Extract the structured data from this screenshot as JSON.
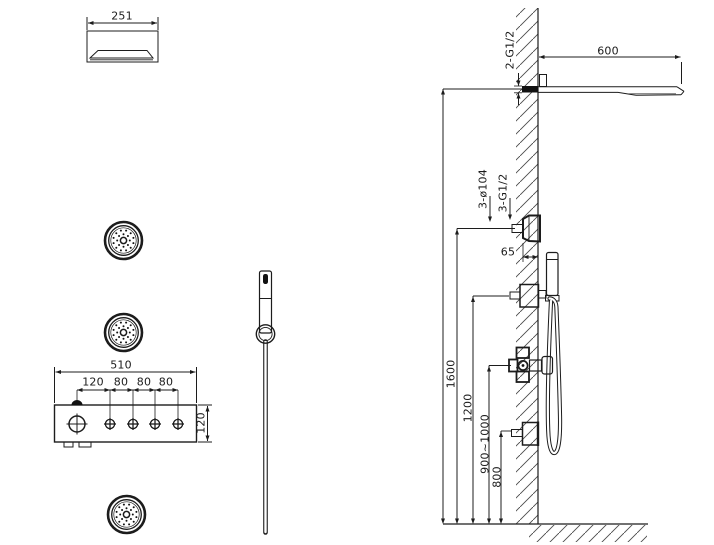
{
  "drawing_labels": {
    "top_view": {
      "head_width": "251"
    },
    "panel_view": {
      "overall_width": "510",
      "seg1": "120",
      "seg2": "80",
      "seg3": "80",
      "seg4": "80",
      "height": "120"
    },
    "elevation": {
      "arm_length": "600",
      "arm_connection": "2-G1/2",
      "jet_diameter": "3-ø104",
      "jet_connection": "3-G1/2",
      "jet_projection": "65",
      "height_body_jets": "1600",
      "height_hand_shower": "1200",
      "height_mixer_valve": "900~1000",
      "height_outlet": "800"
    }
  },
  "colors": {
    "line": "#1c1c1c",
    "background": "#ffffff"
  }
}
